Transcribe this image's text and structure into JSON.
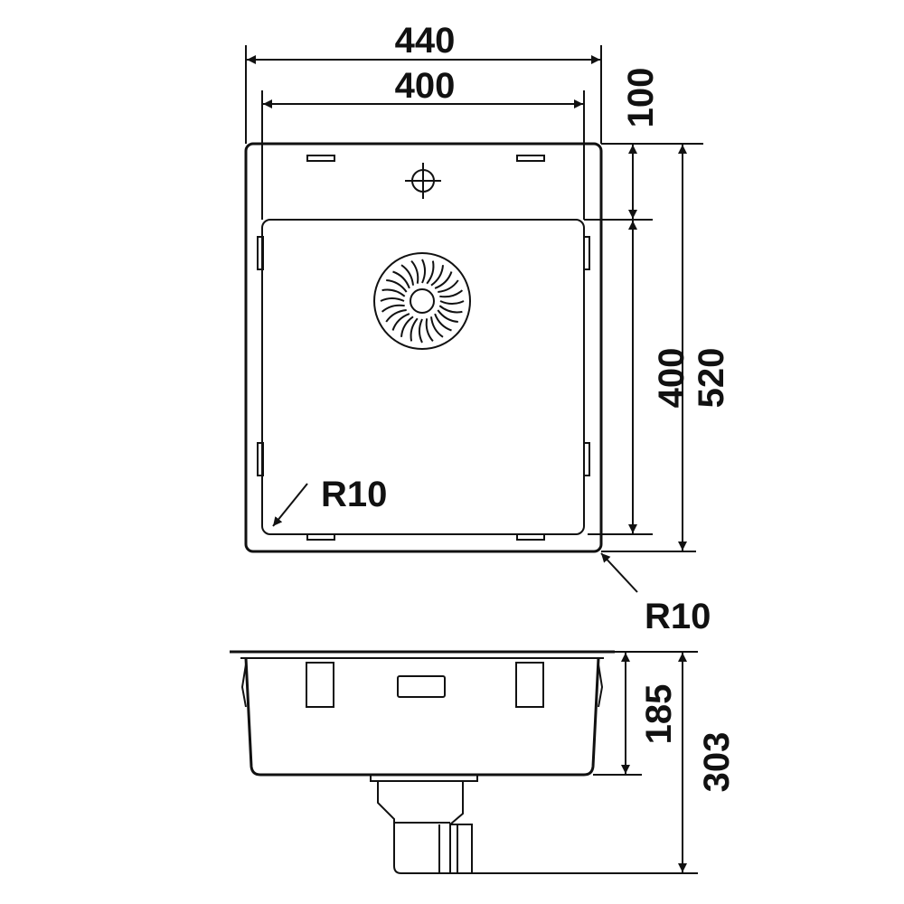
{
  "colors": {
    "line": "#111111",
    "background": "#ffffff"
  },
  "dimensions": {
    "overall_width": "440",
    "inner_width": "400",
    "top_ledge_depth": "100",
    "inner_length": "400",
    "overall_length": "520",
    "inner_corner_radius": "R10",
    "outer_corner_radius": "R10",
    "bowl_depth": "185",
    "total_height": "303"
  },
  "icons": {
    "tap_hole": "crosshair-icon",
    "drain": "strainer-icon"
  }
}
